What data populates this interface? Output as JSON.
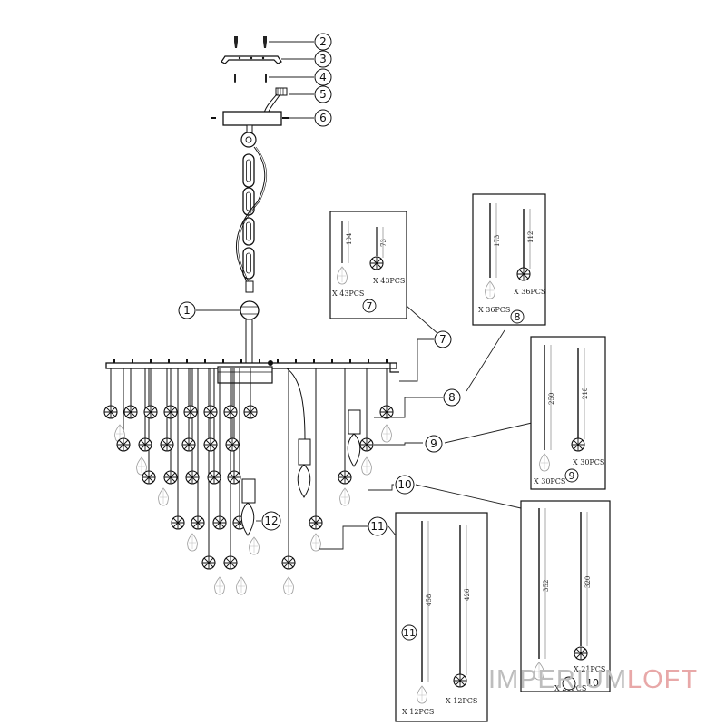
{
  "callouts": [
    {
      "id": "c2",
      "label": "2"
    },
    {
      "id": "c3",
      "label": "3"
    },
    {
      "id": "c4",
      "label": "4"
    },
    {
      "id": "c5",
      "label": "5"
    },
    {
      "id": "c6",
      "label": "6"
    },
    {
      "id": "c1",
      "label": "1"
    },
    {
      "id": "c7",
      "label": "7"
    },
    {
      "id": "c8",
      "label": "8"
    },
    {
      "id": "c9",
      "label": "9"
    },
    {
      "id": "c10",
      "label": "10"
    },
    {
      "id": "c11",
      "label": "11"
    },
    {
      "id": "c12",
      "label": "12"
    }
  ],
  "parts": {
    "box7": {
      "number": "7",
      "dims": [
        "104",
        "73"
      ],
      "quantities": [
        "X 43PCS",
        "X 43PCS"
      ]
    },
    "box8": {
      "number": "8",
      "dims": [
        "173",
        "112"
      ],
      "quantities": [
        "X 36PCS",
        "X 36PCS"
      ]
    },
    "box9": {
      "number": "9",
      "dims": [
        "250",
        "218"
      ],
      "quantities": [
        "X 30PCS",
        "X 30PCS"
      ]
    },
    "box10": {
      "number": "10",
      "dims": [
        "352",
        "320"
      ],
      "quantities": [
        "X 21PCS",
        "X 21PCS"
      ]
    },
    "box11": {
      "number": "11",
      "dims": [
        "458",
        "426"
      ],
      "quantities": [
        "X 12PCS",
        "X 12PCS"
      ]
    }
  },
  "brand": {
    "part1": "IMPERIUM",
    "part2": "LOFT"
  }
}
